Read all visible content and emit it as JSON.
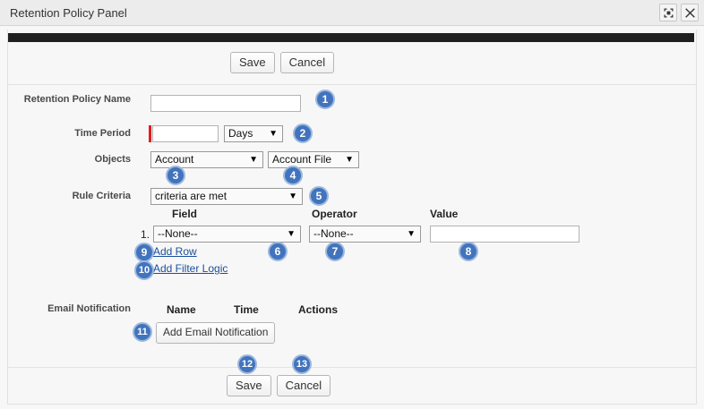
{
  "window": {
    "title": "Retention Policy Panel",
    "expand_icon": "expand-icon",
    "close_icon": "close-icon"
  },
  "toolbar_top": {
    "save_label": "Save",
    "cancel_label": "Cancel"
  },
  "toolbar_bottom": {
    "save_label": "Save",
    "cancel_label": "Cancel"
  },
  "form": {
    "retention_policy_name": {
      "label": "Retention Policy Name",
      "value": "",
      "placeholder": ""
    },
    "time_period": {
      "label": "Time Period",
      "value": "",
      "placeholder": "",
      "required": true,
      "unit_selected": "Days"
    },
    "objects": {
      "label": "Objects",
      "primary_selected": "Account",
      "secondary_selected": "Account File"
    },
    "rule_criteria": {
      "label": "Rule Criteria",
      "selected": "criteria are met",
      "columns": {
        "field": "Field",
        "operator": "Operator",
        "value": "Value"
      },
      "rows": [
        {
          "index": "1.",
          "field": "--None--",
          "operator": "--None--",
          "value": ""
        }
      ],
      "add_row_link": "Add Row",
      "add_filter_logic_link": "Add Filter Logic"
    },
    "email_notification": {
      "label": "Email Notification",
      "columns": {
        "name": "Name",
        "time": "Time",
        "actions": "Actions"
      },
      "add_button_label": "Add Email Notification"
    }
  },
  "badges": [
    {
      "n": "1"
    },
    {
      "n": "2"
    },
    {
      "n": "3"
    },
    {
      "n": "4"
    },
    {
      "n": "5"
    },
    {
      "n": "6"
    },
    {
      "n": "7"
    },
    {
      "n": "8"
    },
    {
      "n": "9"
    },
    {
      "n": "10"
    },
    {
      "n": "11"
    },
    {
      "n": "12"
    },
    {
      "n": "13"
    }
  ],
  "colors": {
    "badge_fill": "#4273bd",
    "badge_ring": "#9cb8de",
    "link": "#1b4f9c",
    "required_marker": "#e81b1b",
    "header_bar": "#1f1f1f"
  }
}
